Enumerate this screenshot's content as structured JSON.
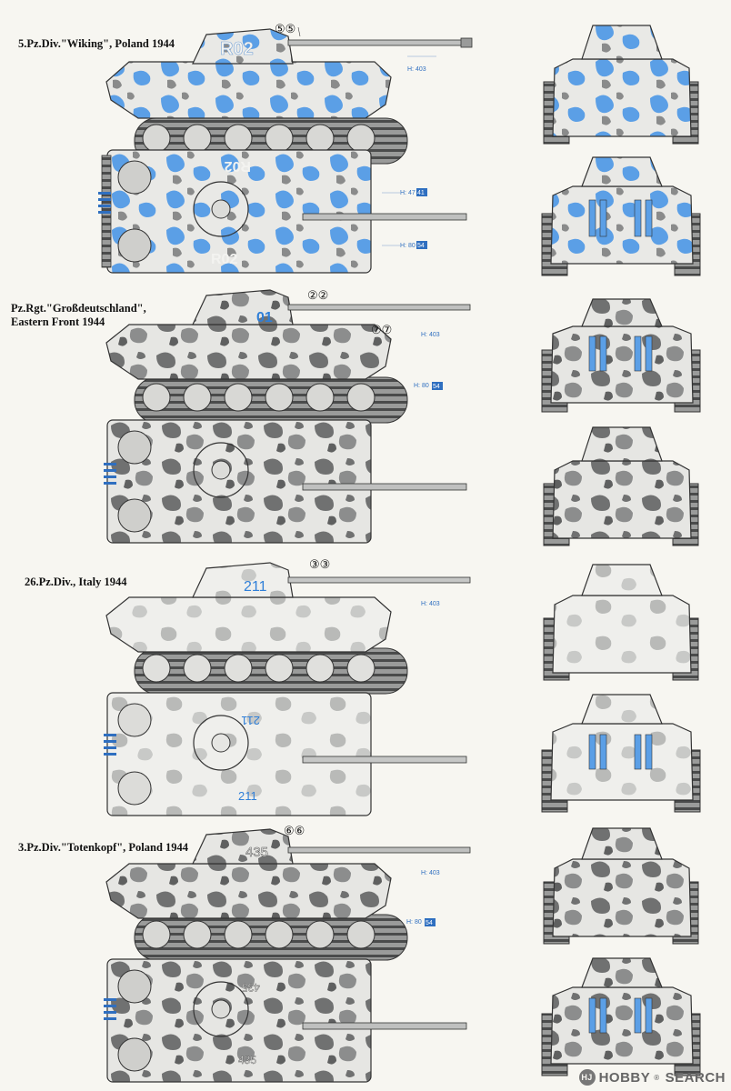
{
  "variants": [
    {
      "title": "5.Pz.Div.\"Wiking\", Poland 1944",
      "side_number": "R02",
      "marker_callout": "⑤⑤",
      "gun_ref_label": "H: 403",
      "top_markers": [
        {
          "prefix": "H: 47",
          "num": "41"
        },
        {
          "prefix": "H: 80",
          "num": "54"
        }
      ],
      "camo": "blue"
    },
    {
      "title_line1": "Pz.Rgt.\"Großdeutschland\",",
      "title_line2": "Eastern Front 1944",
      "side_number": "01",
      "marker_callout": "②②",
      "marker_callout_2": "⑦⑦",
      "gun_ref_label": "H: 403",
      "hull_ref_label": "H: 80",
      "hull_ref_num": "54",
      "camo": "grey"
    },
    {
      "title": "26.Pz.Div., Italy 1944",
      "side_number": "211",
      "marker_callout": "③③",
      "gun_ref_label": "H: 403",
      "camo": "white"
    },
    {
      "title": "3.Pz.Div.\"Totenkopf\", Poland 1944",
      "side_number": "435",
      "marker_callout": "⑥⑥",
      "gun_ref_label": "H: 403",
      "hull_ref_label": "H: 80",
      "hull_ref_num": "54",
      "camo": "grey"
    }
  ],
  "watermark": {
    "logo": "HJ",
    "hobby": "HOBBY",
    "reg": "®",
    "search": "SEARCH"
  },
  "colors": {
    "blue_camo": "#5b9fe6",
    "grey_camo": "#6e6f6f",
    "base_white": "#e7e6e2",
    "decal_blue": "#2f7fd8"
  }
}
